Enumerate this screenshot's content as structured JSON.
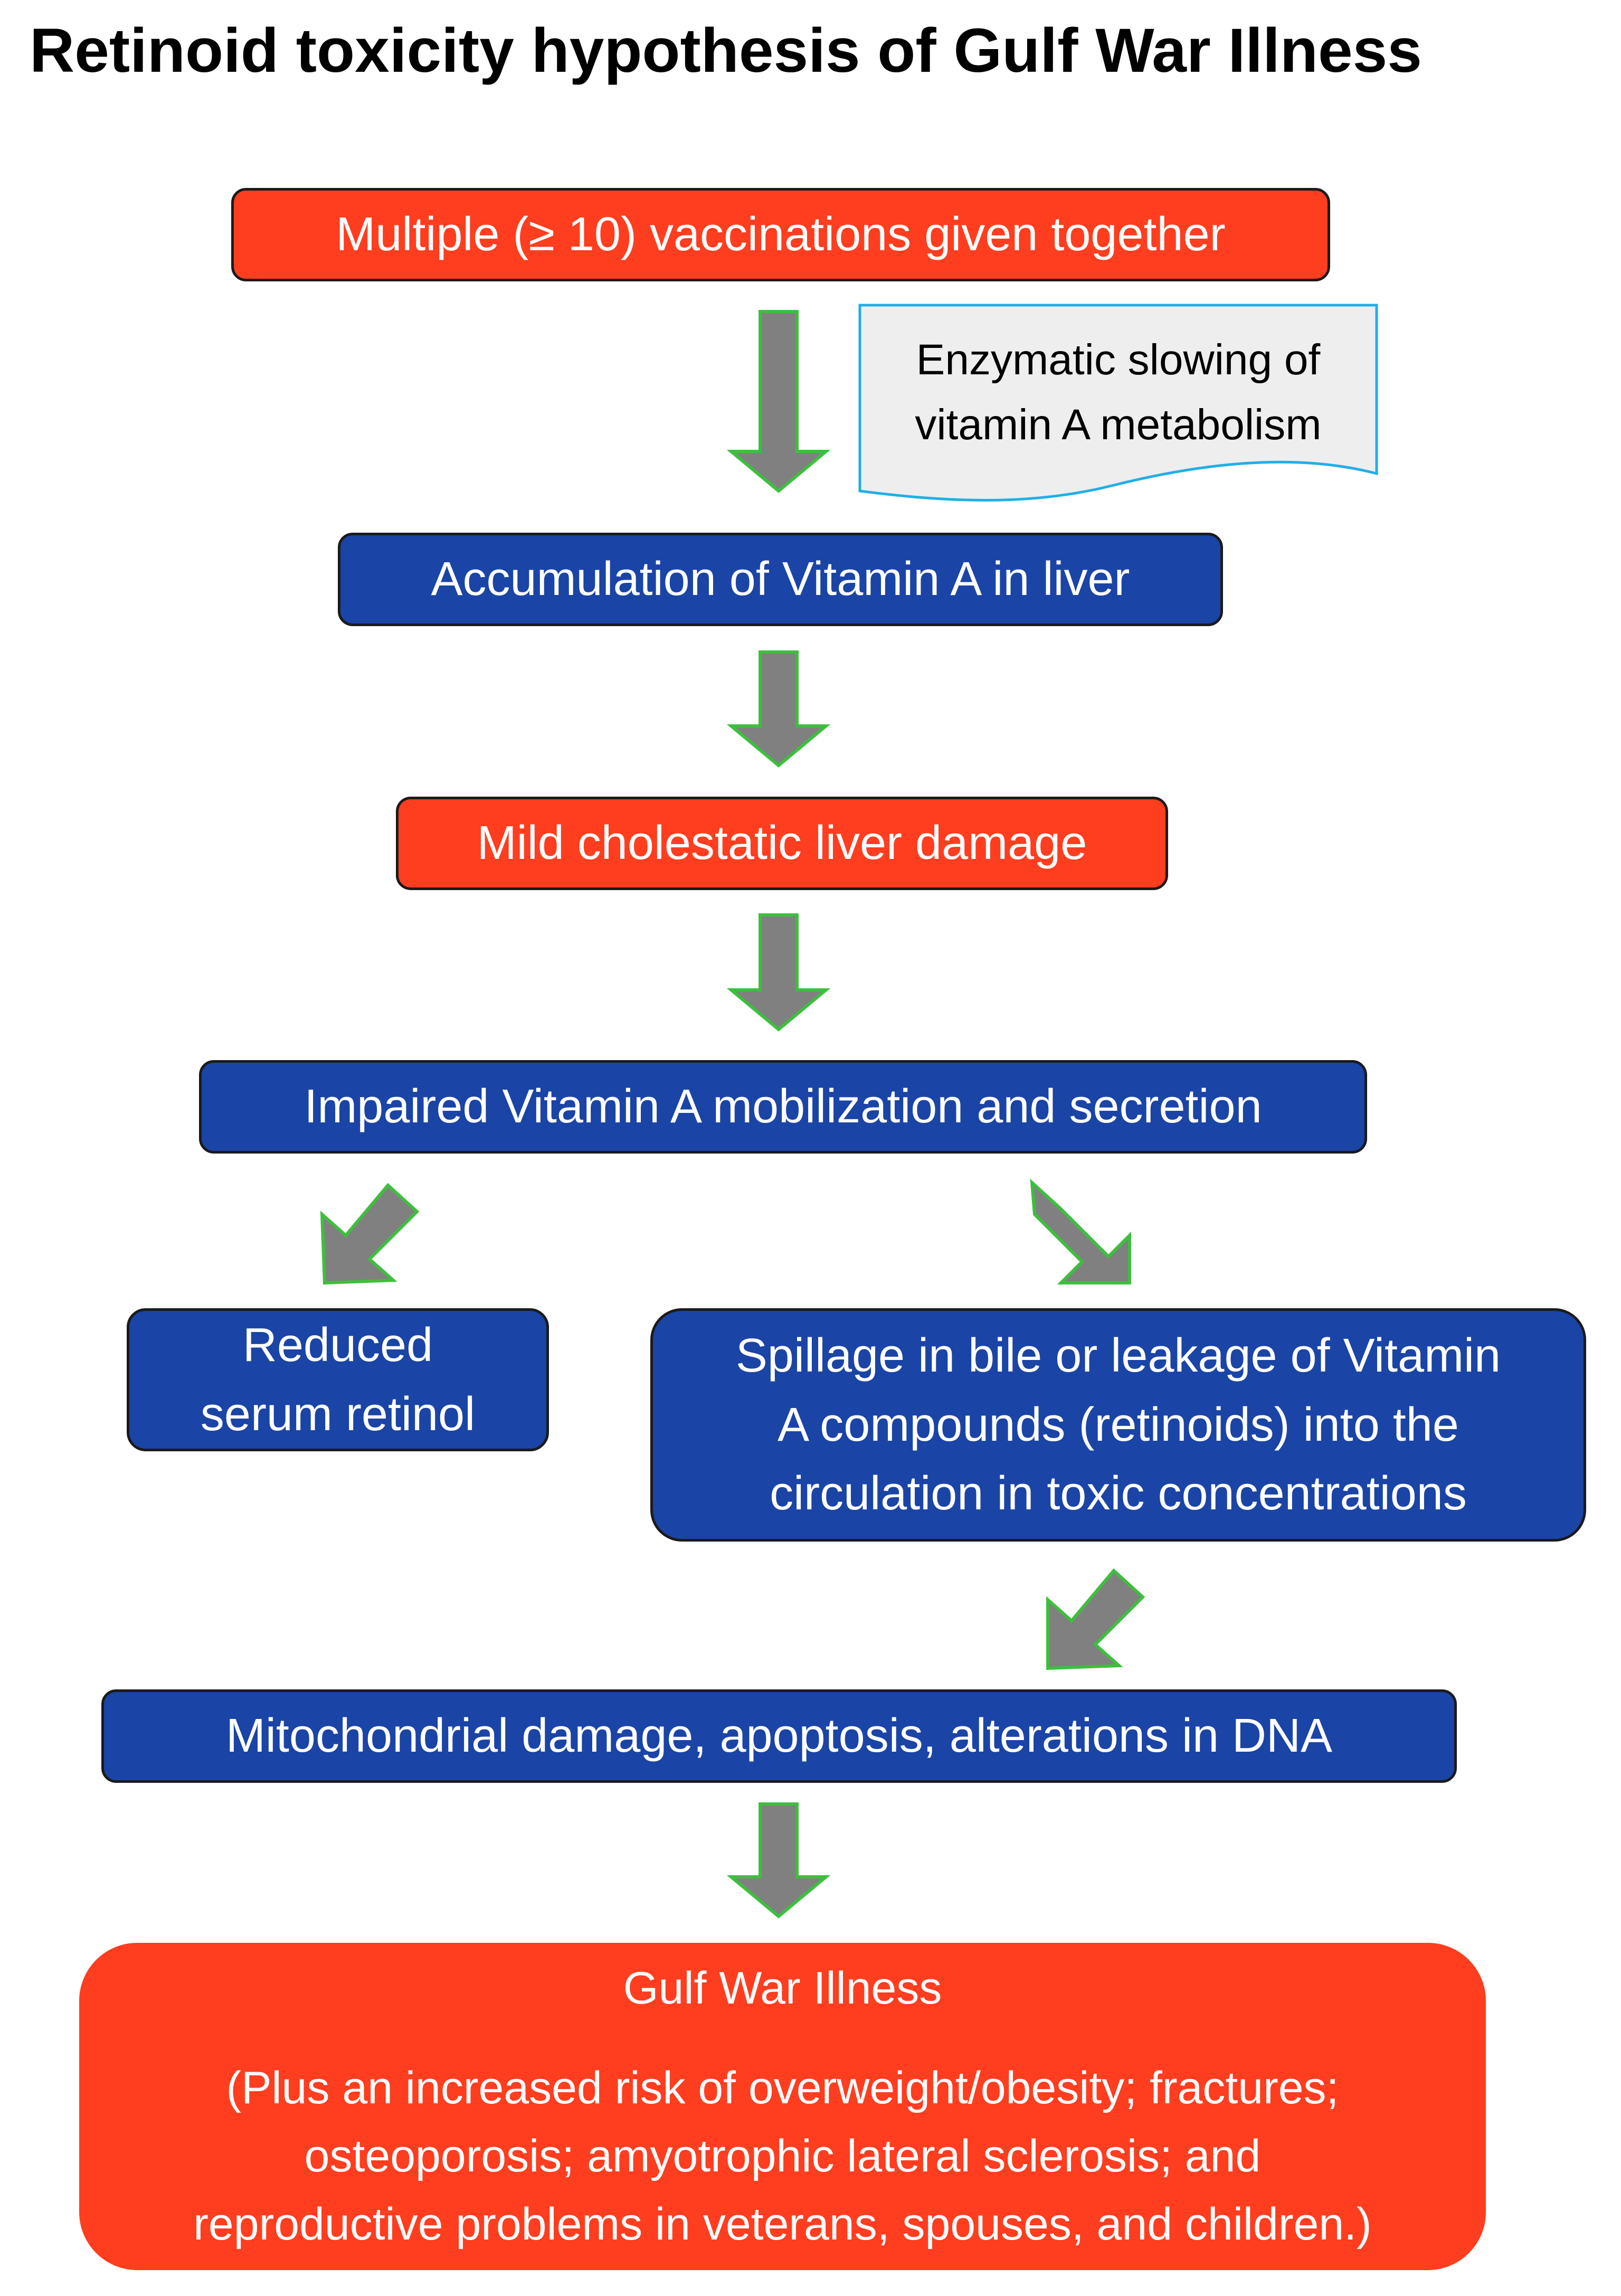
{
  "title": "Retinoid toxicity hypothesis of Gulf War Illness",
  "colors": {
    "red_box": "#ff3d1f",
    "blue_box": "#1a44a6",
    "arrow_fill": "#808080",
    "arrow_outline": "#3dbf3d",
    "note_border": "#22aee6",
    "note_fill": "#eeeeee"
  },
  "boxes": {
    "vaccinations": "Multiple (≥ 10) vaccinations given together",
    "accumulation": "Accumulation of Vitamin A in liver",
    "liver_damage": "Mild cholestatic liver damage",
    "impaired": "Impaired Vitamin A mobilization and secretion",
    "reduced": [
      "Reduced",
      "serum retinol"
    ],
    "spillage": [
      "Spillage in bile or leakage of Vitamin",
      "A compounds (retinoids) into the",
      "circulation in toxic concentrations"
    ],
    "mitochondrial": "Mitochondrial damage, apoptosis, alterations in DNA",
    "gulf_war_illness": {
      "title": "Gulf War Illness",
      "details": [
        "(Plus an increased risk of overweight/obesity; fractures;",
        "osteoporosis; amyotrophic lateral sclerosis; and",
        "reproductive problems in veterans, spouses, and children.)"
      ]
    }
  },
  "note": [
    "Enzymatic slowing of",
    "vitamin A metabolism"
  ]
}
